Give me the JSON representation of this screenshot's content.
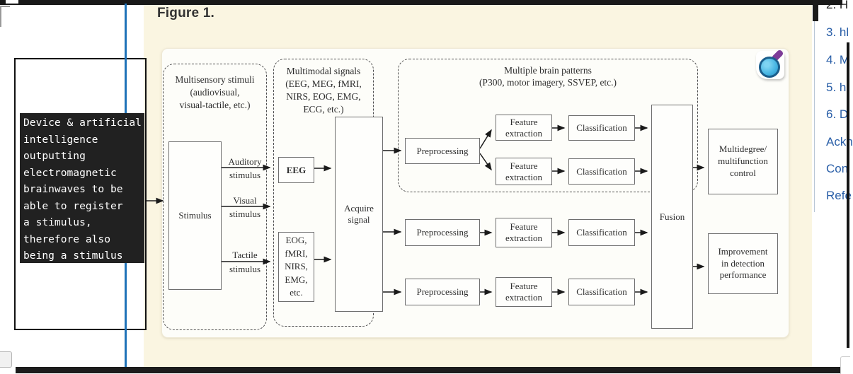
{
  "window": {
    "figure_label": "Figure 1."
  },
  "annotation": {
    "lines": [
      "Device & artificial",
      "intelligence",
      "outputting",
      "electromagnetic",
      "brainwaves to be",
      "able to register",
      "a stimulus,",
      "therefore also",
      "being a stimulus"
    ]
  },
  "sidebar": {
    "items": [
      {
        "label": "2. H"
      },
      {
        "label": "3. hl"
      },
      {
        "label": "4. M"
      },
      {
        "label": "5. hl"
      },
      {
        "label": "6. D"
      },
      {
        "label": "Ackn"
      },
      {
        "label": "Con"
      },
      {
        "label": "Refe"
      }
    ]
  },
  "diagram": {
    "multisensory": {
      "title": "Multisensory stimuli",
      "sub1": "(audiovisual,",
      "sub2": "visual-tactile, etc.)"
    },
    "multimodal": {
      "title": "Multimodal signals",
      "sub1": "(EEG, MEG, fMRI,",
      "sub2": "NIRS, EOG, EMG,",
      "sub3": "ECG, etc.)"
    },
    "patterns": {
      "title": "Multiple brain patterns",
      "sub": "(P300, motor imagery, SSVEP, etc.)"
    },
    "stimulus": "Stimulus",
    "auditory": {
      "l1": "Auditory",
      "l2": "stimulus"
    },
    "visual": {
      "l1": "Visual",
      "l2": "stimulus"
    },
    "tactile": {
      "l1": "Tactile",
      "l2": "stimulus"
    },
    "eeg": "EEG",
    "other_signals": [
      "EOG,",
      "fMRI,",
      "NIRS,",
      "EMG,",
      "etc."
    ],
    "acquire": {
      "l1": "Acquire",
      "l2": "signal"
    },
    "preprocessing": "Preprocessing",
    "feature": {
      "l1": "Feature",
      "l2": "extraction"
    },
    "classification": "Classification",
    "fusion": "Fusion",
    "control": [
      "Multidegree/",
      "multifunction",
      "control"
    ],
    "improvement": [
      "Improvement",
      "in detection",
      "performance"
    ]
  },
  "icons": {
    "figure_zoom": "magnifier-icon"
  },
  "colors": {
    "accent_blue_line": "#1f72b8",
    "sidebar_link": "#2a5fa8",
    "cream_bg": "#faf5e1",
    "annotation_bg": "#212121"
  }
}
